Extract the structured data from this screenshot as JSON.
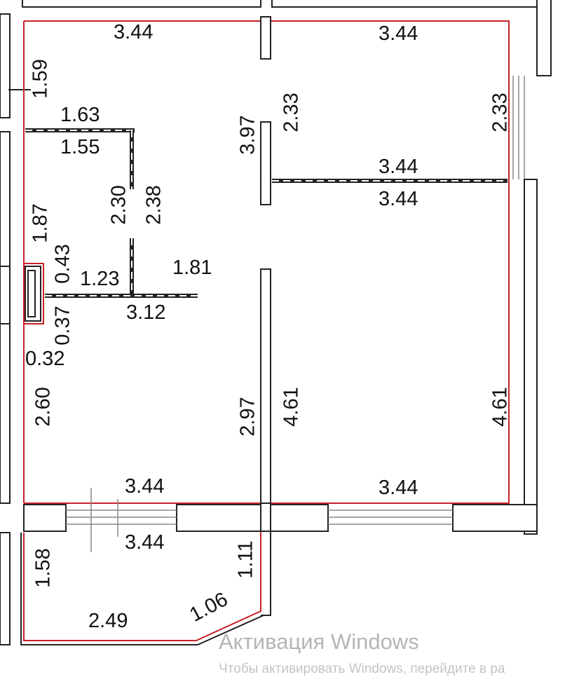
{
  "dimensions": {
    "top_left_width": "3.44",
    "top_right_width": "3.44",
    "left_upper_segment": "1.59",
    "closet_top_outer": "1.63",
    "closet_top_inner": "1.55",
    "partition_height": "3.97",
    "right_room_left_height": "2.33",
    "right_room_right_height": "2.33",
    "right_partition_top": "3.44",
    "right_partition_bottom": "3.44",
    "closet_side_inner": "2.30",
    "closet_side_outer": "2.38",
    "left_mid_segment": "1.87",
    "niche_upper": "0.43",
    "niche_wall_length": "1.23",
    "corridor_right_segment": "1.81",
    "corridor_wall_length": "3.12",
    "niche_lower": "0.37",
    "niche_depth": "0.32",
    "left_lower_segment": "2.60",
    "center_lower_height": "2.97",
    "right_room_lower_left_height": "4.61",
    "right_room_lower_right_height": "4.61",
    "bottom_left_width": "3.44",
    "bottom_right_width": "3.44",
    "balcony_top_width": "3.44",
    "balcony_left_height": "1.58",
    "balcony_right_height": "1.11",
    "balcony_bottom_width": "2.49",
    "balcony_bevel": "1.06"
  },
  "watermark": {
    "title": "Активация Windows",
    "subtitle": "Чтобы активировать Windows, перейдите в ра"
  }
}
